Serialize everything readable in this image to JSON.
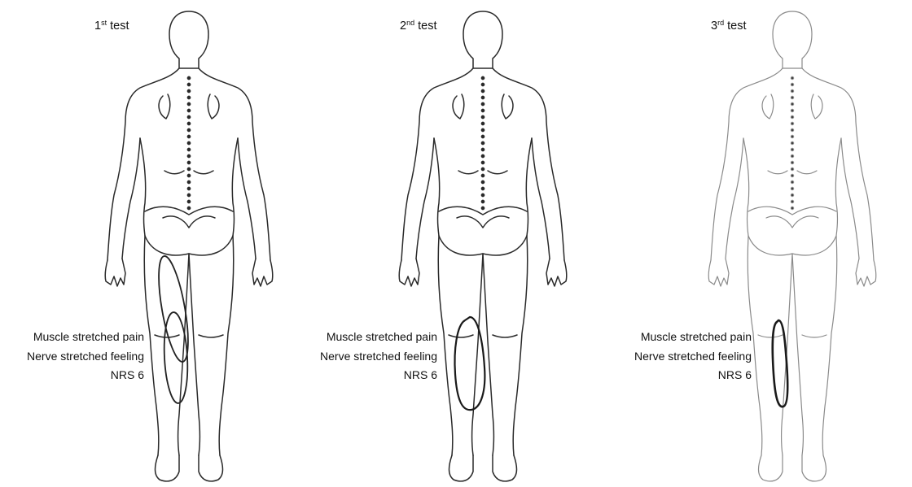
{
  "panels": [
    {
      "title_num": "1",
      "title_sup": "st",
      "title_rest": " test",
      "notes": [
        "Muscle stretched pain",
        "Nerve stretched feeling",
        "NRS 6"
      ]
    },
    {
      "title_num": "2",
      "title_sup": "nd",
      "title_rest": " test",
      "notes": [
        "Muscle stretched pain",
        "Nerve stretched feeling",
        "NRS 6"
      ]
    },
    {
      "title_num": "3",
      "title_sup": "rd",
      "title_rest": " test",
      "notes": [
        "Muscle stretched pain",
        "Nerve stretched feeling",
        "NRS 6"
      ]
    }
  ],
  "colors": {
    "line": "#2a2a2a",
    "faded_line": "#8a8a8a",
    "marking": "#1a1a1a"
  }
}
